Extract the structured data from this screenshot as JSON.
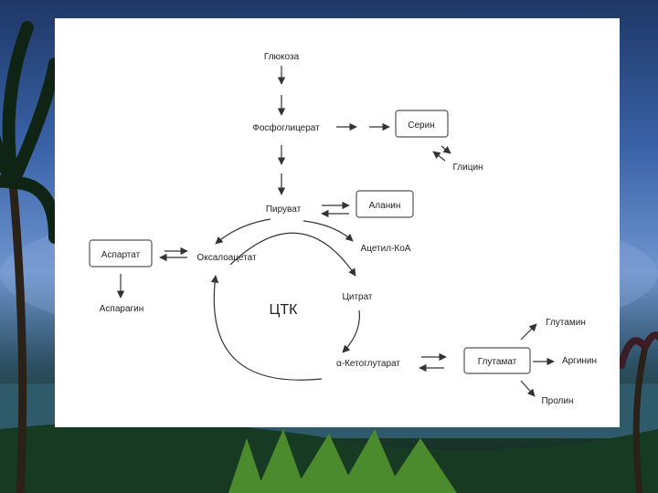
{
  "diagram": {
    "nodes": {
      "glucose": "Глюкоза",
      "phosphoglycerate": "Фосфоглицерат",
      "serine": "Серин",
      "glycine": "Глицин",
      "pyruvate": "Пируват",
      "alanine": "Аланин",
      "aspartate": "Аспартат",
      "oxaloacetate": "Оксалоацетат",
      "acetyl_coa": "Ацетил-КоА",
      "asparagine": "Аспарагин",
      "citrate": "Цитрат",
      "cycle": "ЦТК",
      "alpha_ketoglutarate": "α-Кетоглутарат",
      "glutamate": "Глутамат",
      "glutamine": "Глутамин",
      "arginine": "Аргинин",
      "proline": "Пролин"
    }
  }
}
